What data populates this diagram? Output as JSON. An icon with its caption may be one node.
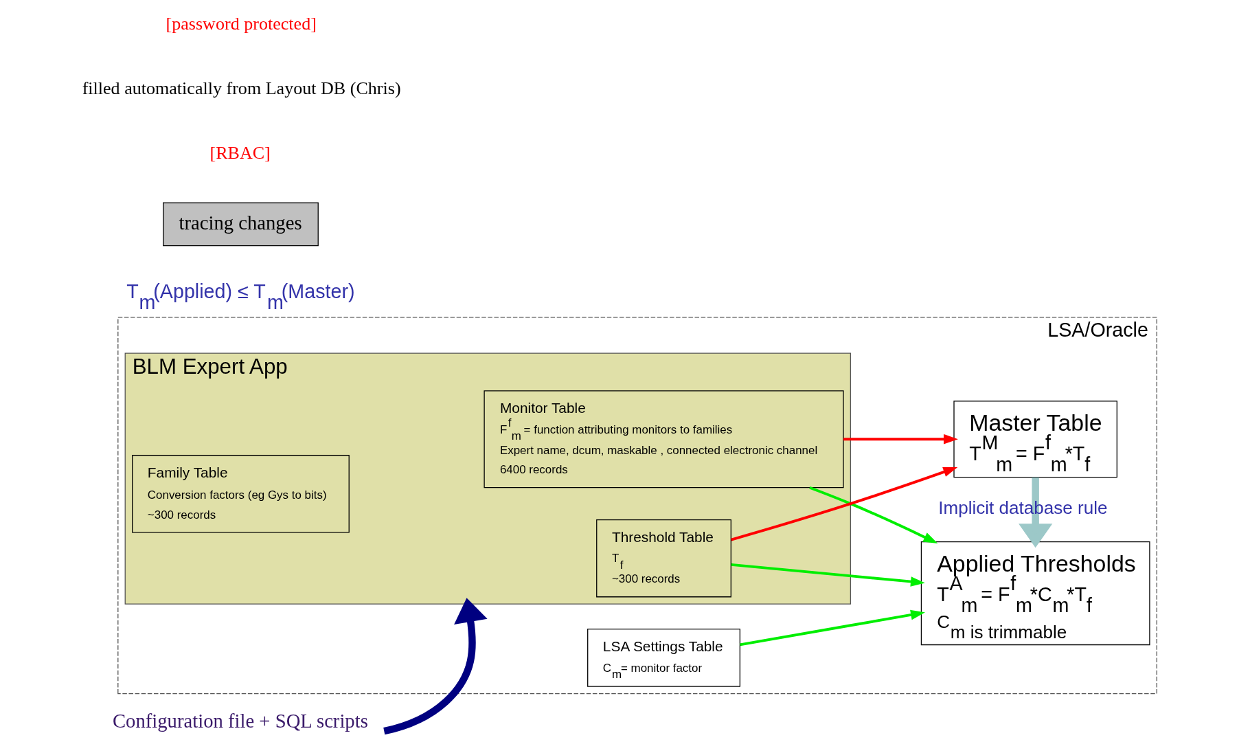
{
  "diagram": {
    "nodes": [
      {
        "text": [
          "LSA/Oracle"
        ]
      },
      {
        "text": [
          "LSA Settings Table",
          "C$_{m}$= monitor factor"
        ],
        "in": 0
      },
      {
        "text": [
          "BLM Expert App"
        ],
        "in": 0
      },
      {
        "text": [
          "Monitor Table",
          "F$^{f}$$_{m}$ = function attributing monitors to families",
          "Expert name, dcum, maskable , connected electronic channel",
          "6400 records"
        ],
        "in": 2
      },
      {
        "text": [
          "Family Table",
          "Conversion factors (eg Gys to bits)",
          "~300 records"
        ],
        "in": 2
      },
      {
        "text": [
          "Threshold Table",
          "T$_{f}$",
          "~300 records"
        ],
        "in": 2
      },
      {
        "text": [
          "Master Table",
          "T$^{M}$$_{m}$ = F$^{f}$$_{m}$*T$_{f}$"
        ],
        "in": 0
      },
      {
        "text": [
          "Applied Thresholds",
          "T$^{A}$$_{m}$ = F$^{f}$$_{m}$*C$_{m}$*T$_{f}$",
          "C$_{m is trimmable}$"
        ],
        "in": 0
      },
      {
        "text": [
          "tracing changes"
        ]
      },
      {
        "text": [
          "Configuration file + SQL scripts"
        ]
      }
    ],
    "edges": [
      {
        "from": 1,
        "to": 7,
        "arrow": "to",
        "color": "#00ee00"
      },
      {
        "from": 3,
        "to": 7,
        "arrow": "to",
        "color": "#00ee00"
      },
      {
        "from": 5,
        "to": 7,
        "arrow": "to",
        "color": "#00ee00"
      },
      {
        "from": 3,
        "to": 6,
        "arrow": "to",
        "color": "#ff0000"
      },
      {
        "from": 5,
        "to": 6,
        "arrow": "to",
        "color": "#ff0000"
      },
      {
        "from": 6,
        "to": 7,
        "arrow": "to",
        "label": "Implicit database rule",
        "style": "thick",
        "color": "#9cc8c8"
      },
      {
        "from": 9,
        "to": 2,
        "arrow": "to",
        "style": "thick",
        "color": "#000080"
      }
    ],
    "labels": [
      "[RBAC]",
      "filled automatically from Layout DB (Chris)",
      "[password protected]",
      "T$_{m}$(Applied) ≤ T$_{m}$(Master)"
    ]
  }
}
